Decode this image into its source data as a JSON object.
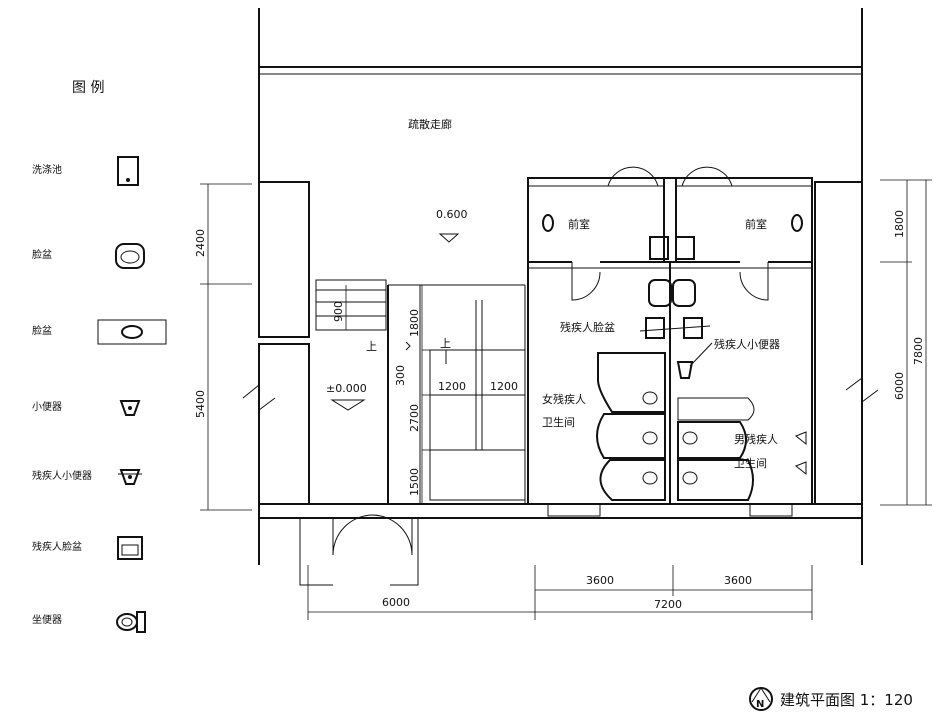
{
  "legend": {
    "title": "图  例",
    "items": [
      {
        "label": "洗涤池",
        "icon": "sink-icon"
      },
      {
        "label": "脸盆",
        "icon": "washbasin-icon"
      },
      {
        "label": "脸盆",
        "icon": "counter-basin-icon"
      },
      {
        "label": "小便器",
        "icon": "urinal-icon"
      },
      {
        "label": "残疾人小便器",
        "icon": "accessible-urinal-icon"
      },
      {
        "label": "残疾人脸盆",
        "icon": "accessible-basin-icon"
      },
      {
        "label": "坐便器",
        "icon": "toilet-icon"
      }
    ]
  },
  "rooms": {
    "corridor": "疏散走廊",
    "vestibule_left": "前室",
    "vestibule_right": "前室",
    "accessible_basin": "残疾人脸盆",
    "accessible_urinal": "残疾人小便器",
    "female_line1": "女残疾人",
    "female_line2": "卫生间",
    "male_line1": "男残疾人",
    "male_line2": "卫生间"
  },
  "elevations": {
    "upper": "0.600",
    "ground": "±0.000",
    "stair_up_left": "上",
    "stair_up_right": "上"
  },
  "dimensions": {
    "left_2400": "2400",
    "left_5400": "5400",
    "right_1800": "1800",
    "right_6000": "6000",
    "right_7800": "7800",
    "ramp_900": "900",
    "stair_1800": "1800",
    "stair_300": "300",
    "stair_2700": "2700",
    "stair_1500": "1500",
    "flight_1200_a": "1200",
    "flight_1200_b": "1200",
    "bottom_6000": "6000",
    "bottom_3600_a": "3600",
    "bottom_3600_b": "3600",
    "bottom_7200": "7200"
  },
  "title_block": {
    "north": "N",
    "text": "建筑平面图 1：120"
  }
}
